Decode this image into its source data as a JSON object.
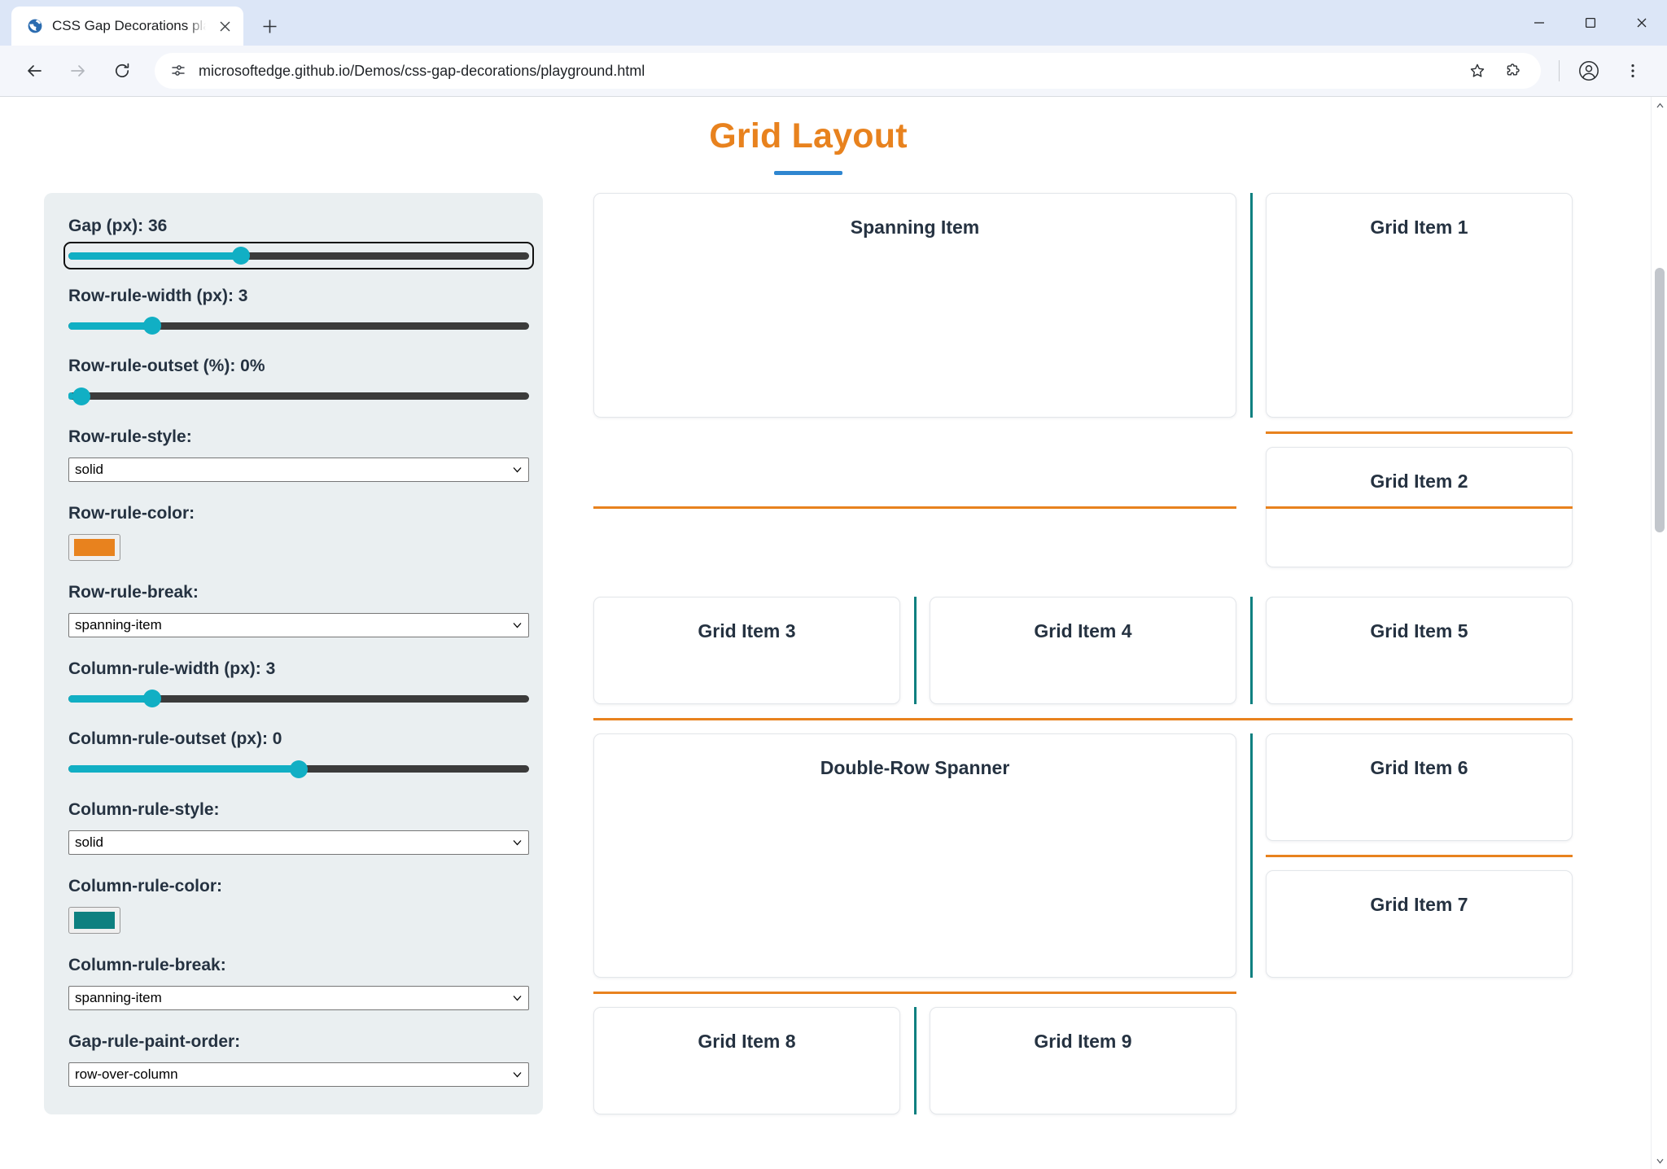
{
  "browser": {
    "tab": {
      "title": "CSS Gap Decorations playground",
      "favicon_icon": "globe-icon",
      "close_icon": "close-icon"
    },
    "new_tab_label": "+",
    "window_controls": {
      "minimize": "minimize-icon",
      "maximize": "maximize-icon",
      "close": "window-close-icon"
    },
    "toolbar": {
      "back_icon": "back-arrow-icon",
      "forward_icon": "forward-arrow-icon",
      "reload_icon": "reload-icon",
      "site_info_icon": "site-settings-icon",
      "url": "microsoftedge.github.io/Demos/css-gap-decorations/playground.html",
      "favorite_icon": "star-icon",
      "extensions_icon": "extensions-icon",
      "profile_icon": "profile-icon",
      "settings_icon": "more-options-icon"
    }
  },
  "page": {
    "title": "Grid Layout",
    "controls": [
      {
        "name": "gap",
        "label": "Gap (px): 36",
        "type": "range",
        "percent": 37,
        "focused": true
      },
      {
        "name": "row-rule-width",
        "label": "Row-rule-width (px): 3",
        "type": "range",
        "percent": 17,
        "focused": false
      },
      {
        "name": "row-rule-outset",
        "label": "Row-rule-outset (%): 0%",
        "type": "range",
        "percent": 1,
        "focused": false
      },
      {
        "name": "row-rule-style",
        "label": "Row-rule-style:",
        "type": "select",
        "value": "solid"
      },
      {
        "name": "row-rule-color",
        "label": "Row-rule-color:",
        "type": "color",
        "value": "#E8821E"
      },
      {
        "name": "row-rule-break",
        "label": "Row-rule-break:",
        "type": "select",
        "value": "spanning-item"
      },
      {
        "name": "column-rule-width",
        "label": "Column-rule-width (px): 3",
        "type": "range",
        "percent": 17,
        "focused": false
      },
      {
        "name": "column-rule-outset",
        "label": "Column-rule-outset (px): 0",
        "type": "range",
        "percent": 50,
        "focused": false
      },
      {
        "name": "column-rule-style",
        "label": "Column-rule-style:",
        "type": "select",
        "value": "solid"
      },
      {
        "name": "column-rule-color",
        "label": "Column-rule-color:",
        "type": "color",
        "value": "#0E8080"
      },
      {
        "name": "column-rule-break",
        "label": "Column-rule-break:",
        "type": "select",
        "value": "spanning-item"
      },
      {
        "name": "gap-rule-paint-order",
        "label": "Gap-rule-paint-order:",
        "type": "select",
        "value": "row-over-column"
      }
    ],
    "grid_items": [
      {
        "label": "Spanning Item"
      },
      {
        "label": "Grid Item 1"
      },
      {
        "label": "Grid Item 2"
      },
      {
        "label": "Grid Item 3"
      },
      {
        "label": "Grid Item 4"
      },
      {
        "label": "Grid Item 5"
      },
      {
        "label": "Double-Row Spanner"
      },
      {
        "label": "Grid Item 6"
      },
      {
        "label": "Grid Item 7"
      },
      {
        "label": "Grid Item 8"
      },
      {
        "label": "Grid Item 9"
      }
    ],
    "colors": {
      "title": "#E8821E",
      "title_underline": "#2f86d0",
      "row_rule": "#E8821E",
      "column_rule": "#0E8080",
      "slider_accent": "#11AFC4"
    }
  }
}
